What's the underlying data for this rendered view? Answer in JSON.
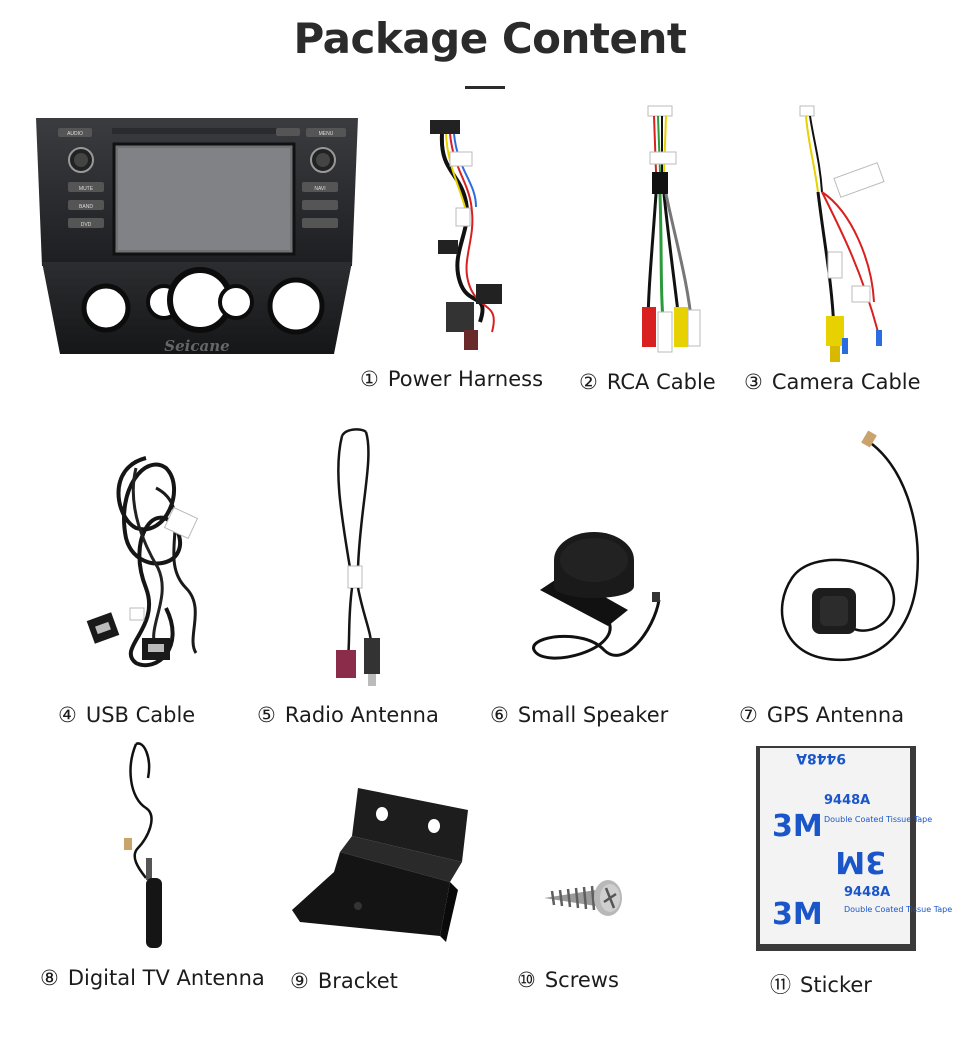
{
  "title": "Package Content",
  "brand_logo_text": "Seicane",
  "radio_buttons": {
    "audio": "AUDIO",
    "menu": "MENU",
    "mute": "MUTE",
    "band": "BAND",
    "dvd": "DVD",
    "navi": "NAVI"
  },
  "sticker_text": {
    "code": "9448A",
    "brand": "3M",
    "desc": "Double Coated Tissue Tape"
  },
  "items": [
    {
      "num": "①",
      "label": "Power Harness"
    },
    {
      "num": "②",
      "label": "RCA Cable"
    },
    {
      "num": "③",
      "label": "Camera Cable"
    },
    {
      "num": "④",
      "label": "USB Cable"
    },
    {
      "num": "⑤",
      "label": "Radio Antenna"
    },
    {
      "num": "⑥",
      "label": "Small Speaker"
    },
    {
      "num": "⑦",
      "label": "GPS Antenna"
    },
    {
      "num": "⑧",
      "label": "Digital TV Antenna"
    },
    {
      "num": "⑨",
      "label": "Bracket"
    },
    {
      "num": "⑩",
      "label": "Screws"
    },
    {
      "num": "⑪",
      "label": "Sticker"
    }
  ]
}
